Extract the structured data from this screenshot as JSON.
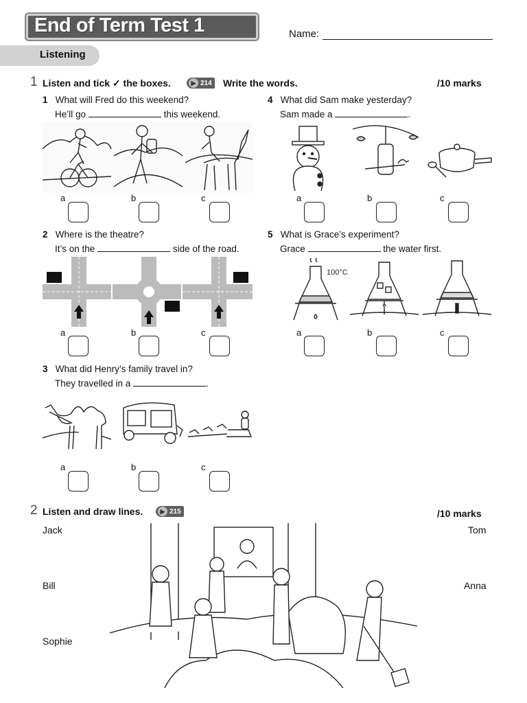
{
  "header": {
    "title": "End of Term Test 1",
    "name_label": "Name:",
    "section_label": "Listening"
  },
  "exercise1": {
    "number": "1",
    "instruction_a": "Listen and tick ✓ the boxes.",
    "audio": "214",
    "instruction_b": "Write the words.",
    "marks": "/10 marks",
    "questions": [
      {
        "num": "1",
        "question": "What will Fred do this weekend?",
        "before": "He’ll go",
        "after": "this weekend."
      },
      {
        "num": "2",
        "question": "Where is the theatre?",
        "before": "It’s on the",
        "after": "side of the road."
      },
      {
        "num": "3",
        "question": "What did Henry’s family travel in?",
        "before": "They travelled in a",
        "after": "."
      },
      {
        "num": "4",
        "question": "What did Sam make yesterday?",
        "before": "Sam made a",
        "after": "."
      },
      {
        "num": "5",
        "question": "What is Grace’s experiment?",
        "before": "Grace",
        "after": "the water first."
      }
    ],
    "options": [
      "a",
      "b",
      "c"
    ],
    "thermo_label": "100°C"
  },
  "exercise2": {
    "number": "2",
    "instruction": "Listen and draw lines.",
    "audio": "215",
    "marks": "/10 marks",
    "names_left": [
      "Jack",
      "Bill",
      "Sophie"
    ],
    "names_right": [
      "Tom",
      "Anna"
    ]
  }
}
